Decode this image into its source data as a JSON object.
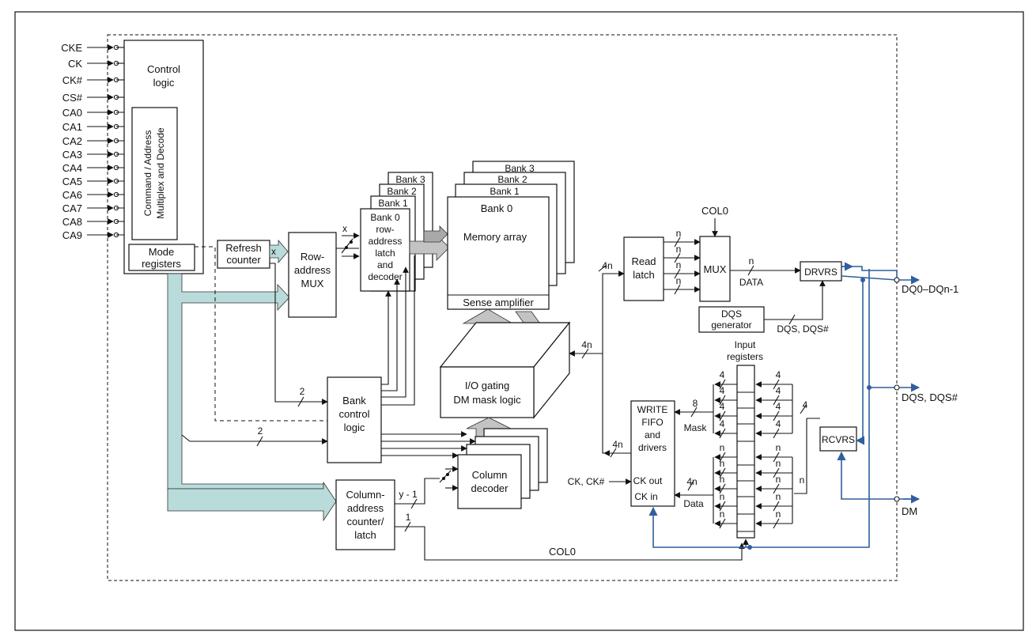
{
  "pins": {
    "left": [
      "CKE",
      "CK",
      "CK#",
      "CS#",
      "CA0",
      "CA1",
      "CA2",
      "CA3",
      "CA4",
      "CA5",
      "CA6",
      "CA7",
      "CA8",
      "CA9"
    ],
    "right": {
      "dq": "DQ0–DQn-1",
      "dqs": "DQS, DQS#",
      "dm": "DM"
    }
  },
  "blocks": {
    "control_logic": [
      "Control",
      "logic"
    ],
    "cmd_decode": [
      "Command / Address",
      "Multiplex and Decode"
    ],
    "mode_registers": [
      "Mode",
      "registers"
    ],
    "refresh_counter": [
      "Refresh",
      "counter"
    ],
    "row_mux": [
      "Row-",
      "address",
      "MUX"
    ],
    "row_latch_banks": [
      "Bank 3",
      "Bank 2",
      "Bank 1"
    ],
    "row_latch": [
      "Bank 0",
      "row-",
      "address",
      "latch",
      "and",
      "decoder"
    ],
    "memory_banks": [
      "Bank 3",
      "Bank 2",
      "Bank 1"
    ],
    "memory_bank0": "Bank 0",
    "memory_array": "Memory array",
    "sense_amp": "Sense amplifier",
    "io_gating": [
      "I/O gating",
      "DM mask logic"
    ],
    "bank_control": [
      "Bank",
      "control",
      "logic"
    ],
    "column_decoder": [
      "Column",
      "decoder"
    ],
    "col_counter": [
      "Column-",
      "address",
      "counter/",
      "latch"
    ],
    "read_latch": [
      "Read",
      "latch"
    ],
    "mux": "MUX",
    "drvrs": "DRVRS",
    "dqs_gen": [
      "DQS",
      "generator"
    ],
    "write_fifo": [
      "WRITE",
      "FIFO",
      "and",
      "drivers"
    ],
    "ck_out": "CK out",
    "ck_in": "CK in",
    "input_registers": [
      "Input",
      "registers"
    ],
    "rcvrs": "RCVRS"
  },
  "labels": {
    "x": "x",
    "two": "2",
    "four_n": "4n",
    "n": "n",
    "four": "4",
    "eight": "8",
    "y_minus_1": "y - 1",
    "one": "1",
    "col0": "COL0",
    "data_caps": "DATA",
    "dqs_sig": "DQS, DQS#",
    "mask": "Mask",
    "data": "Data",
    "ck_ck_hash": "CK, CK#"
  },
  "colors": {
    "mode_bus": "#b9dcdb",
    "data_bus": "#c3c3c3",
    "io_lines": "#2f5f9e"
  }
}
